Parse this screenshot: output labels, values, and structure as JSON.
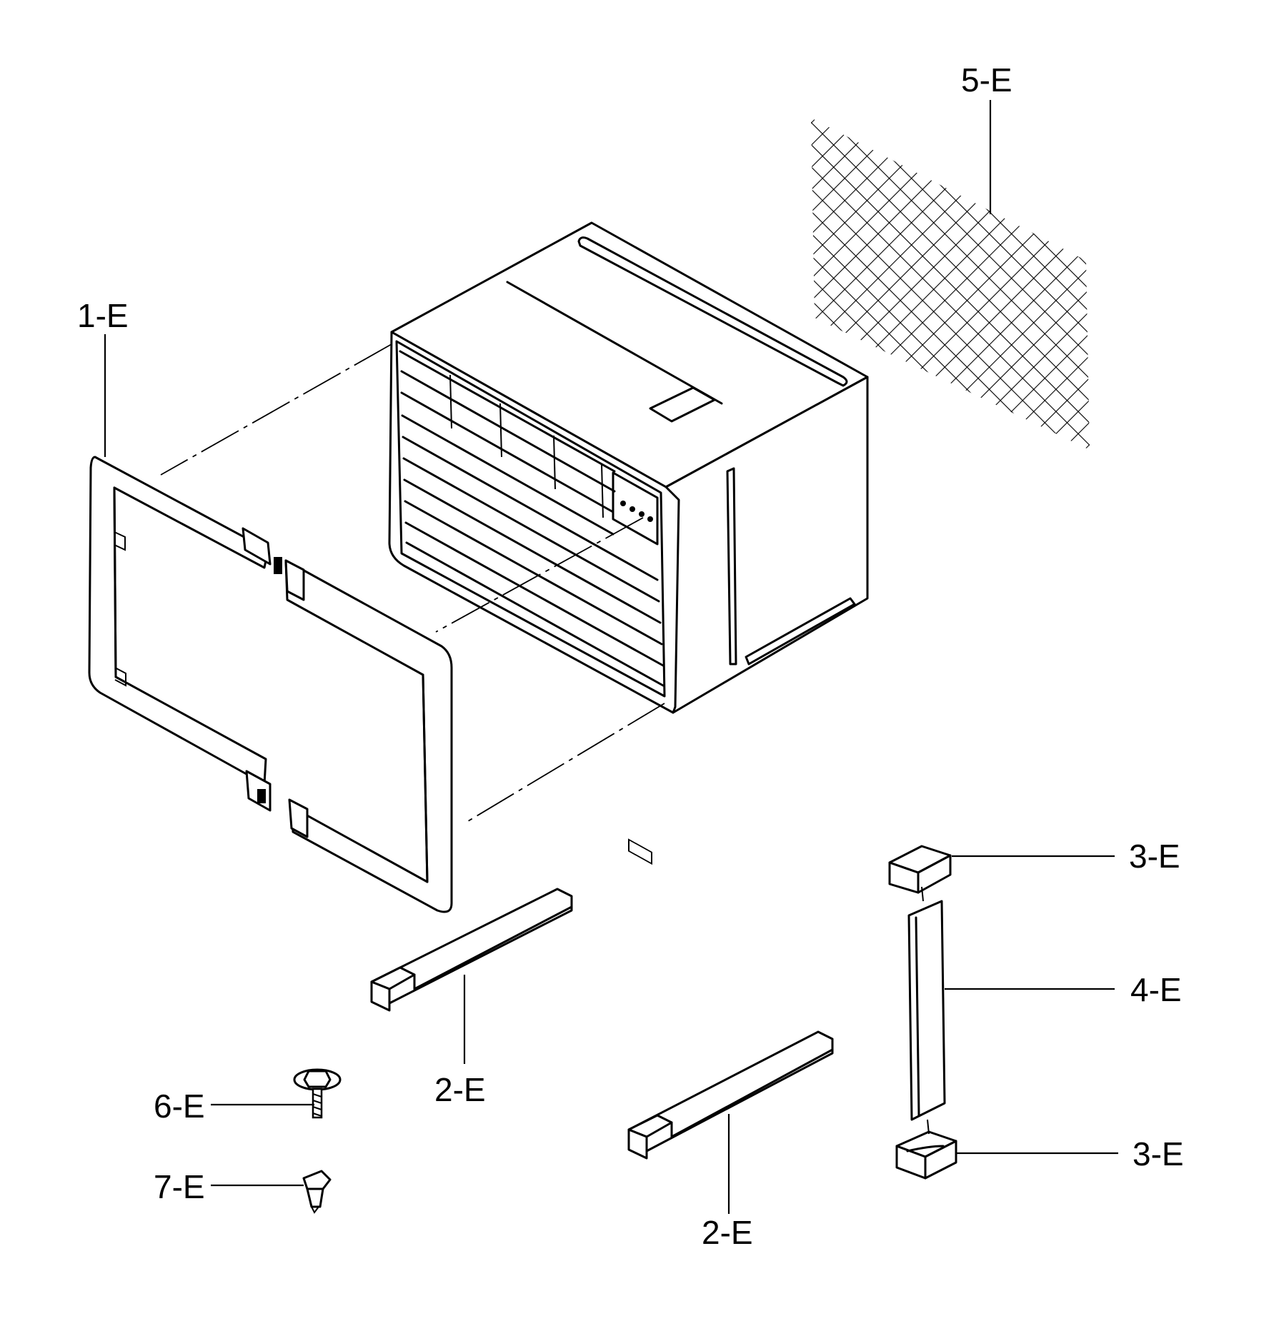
{
  "parts": [
    {
      "id": "part-1-e",
      "label": "1-E"
    },
    {
      "id": "part-2-e-upper",
      "label": "2-E"
    },
    {
      "id": "part-2-e-lower",
      "label": "2-E"
    },
    {
      "id": "part-3-e-top",
      "label": "3-E"
    },
    {
      "id": "part-3-e-bottom",
      "label": "3-E"
    },
    {
      "id": "part-4-e",
      "label": "4-E"
    },
    {
      "id": "part-5-e",
      "label": "5-E"
    },
    {
      "id": "part-6-e",
      "label": "6-E"
    },
    {
      "id": "part-7-e",
      "label": "7-E"
    }
  ]
}
